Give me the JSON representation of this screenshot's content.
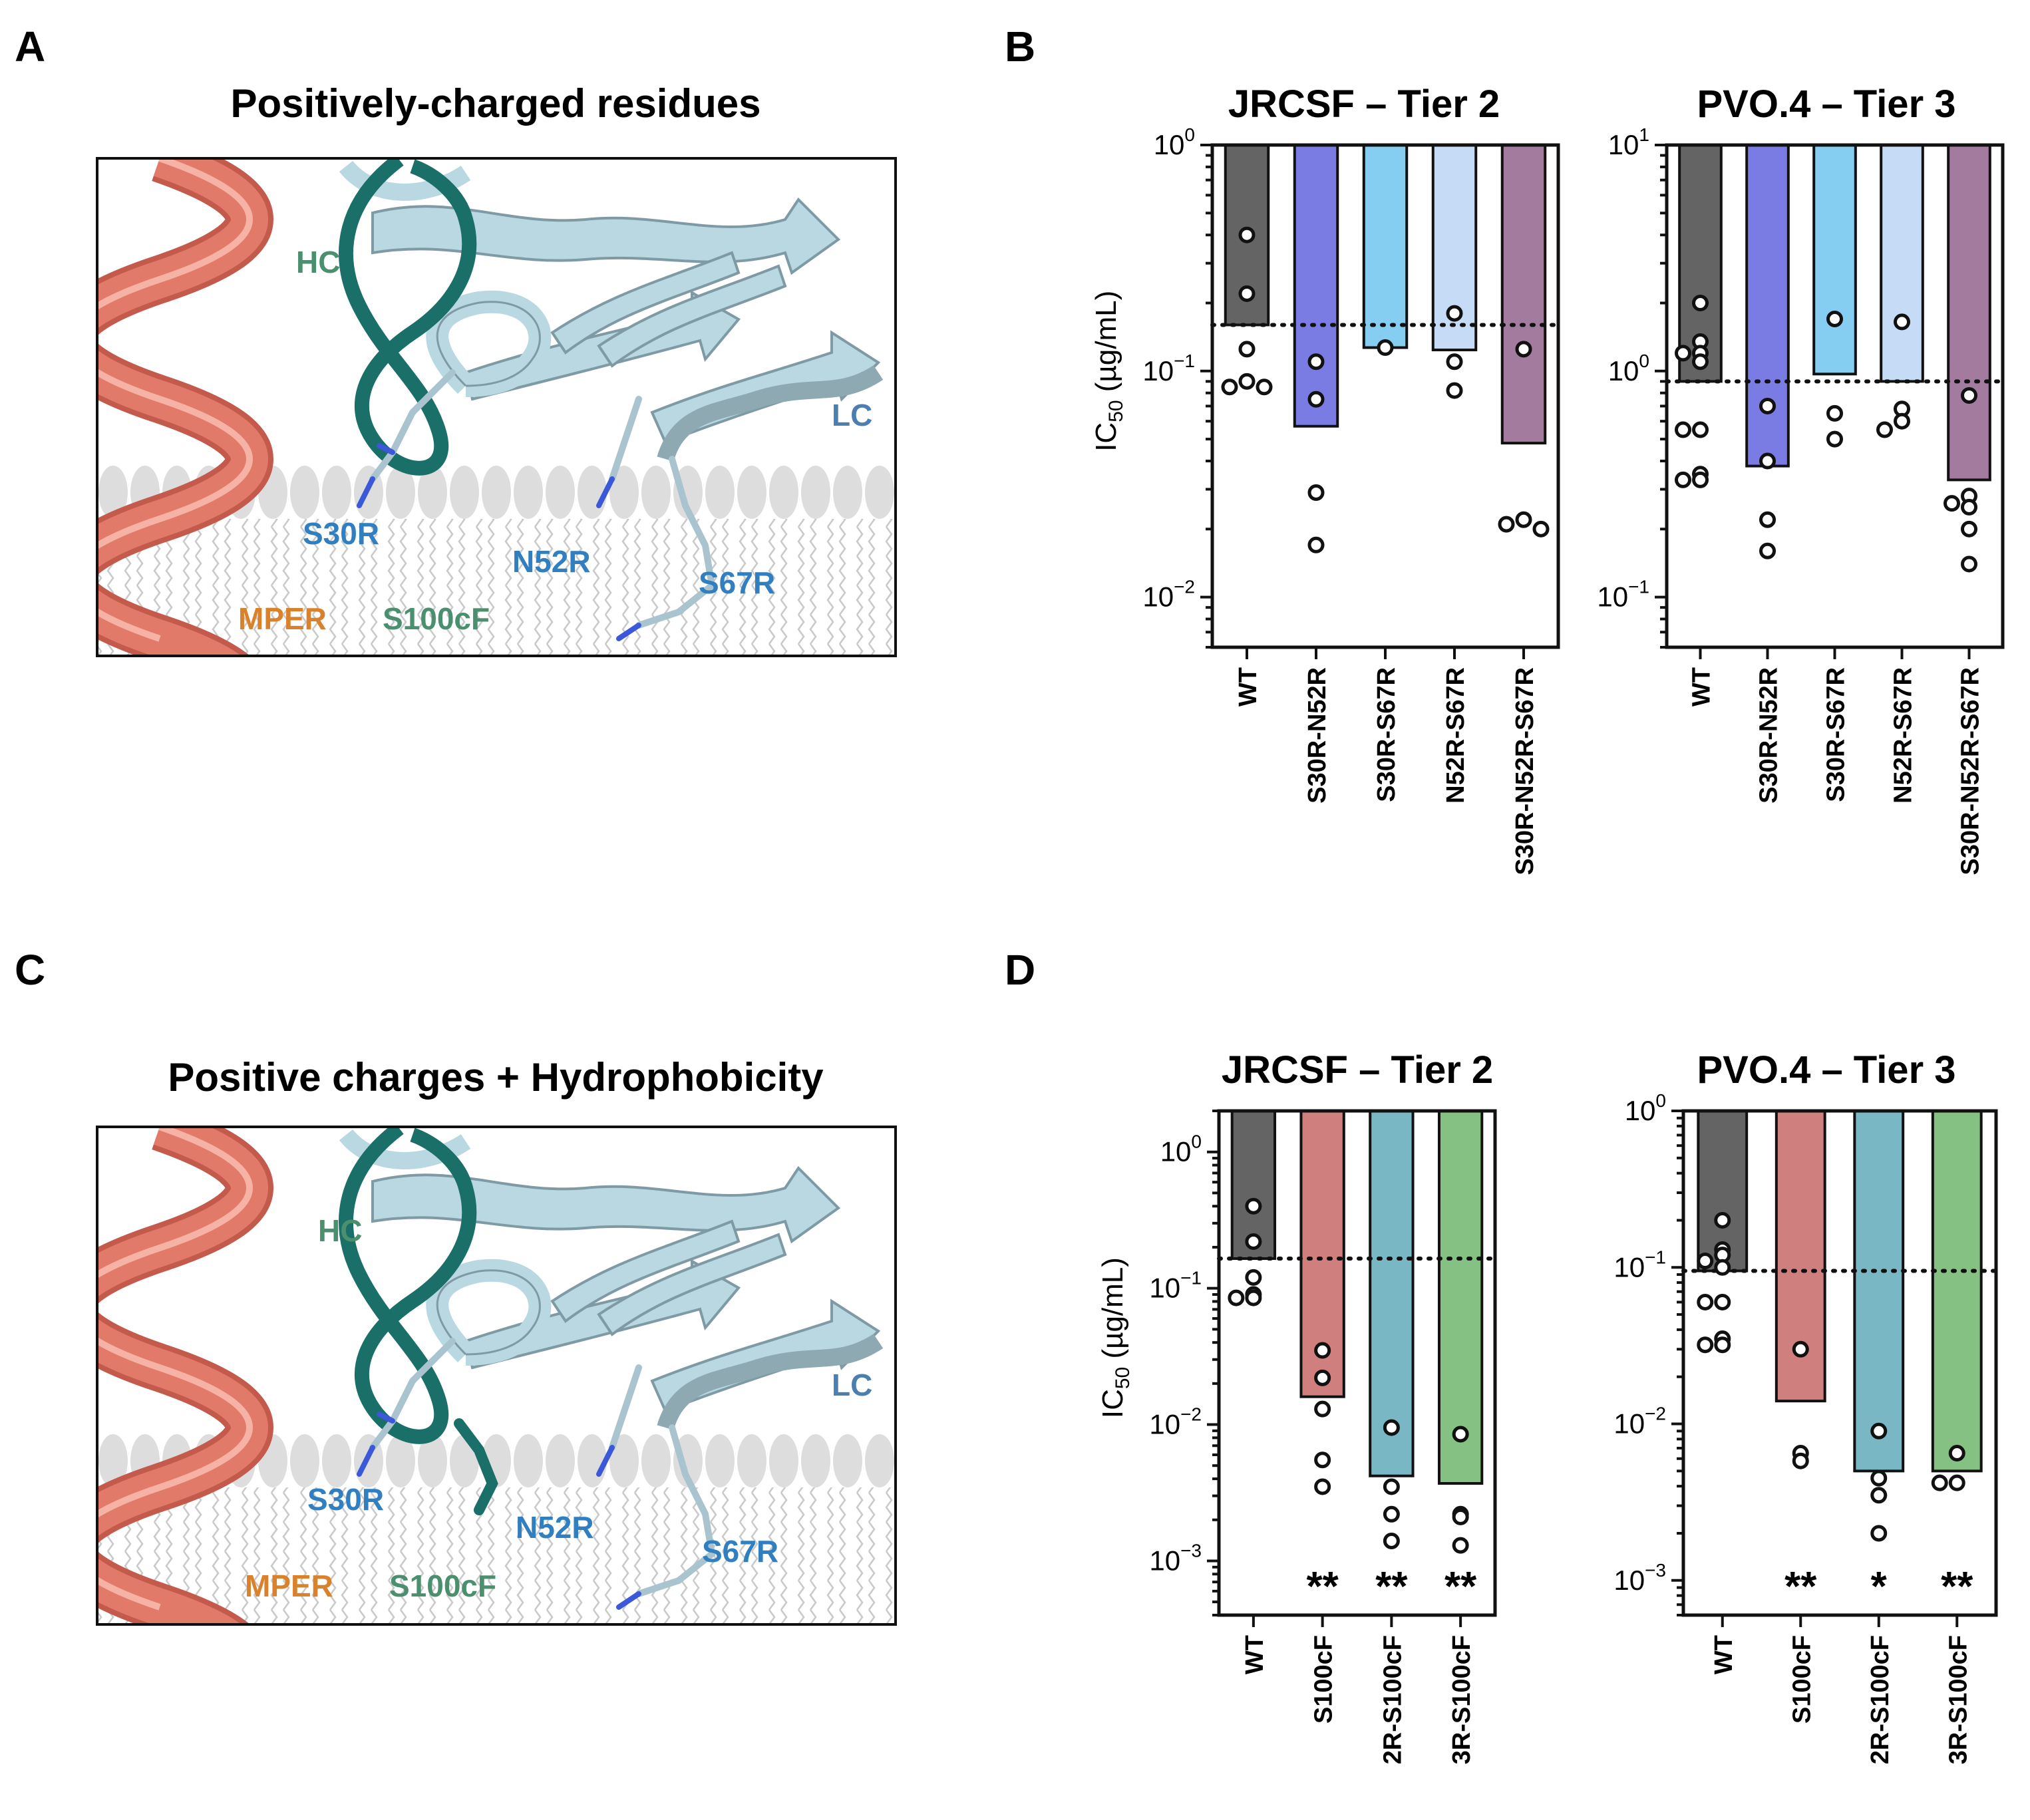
{
  "panels": {
    "A": {
      "letter": "A",
      "title": "Positively-charged residues",
      "labels": {
        "hc": "HC",
        "lc": "LC",
        "s30r": "S30R",
        "n52r": "N52R",
        "s67r": "S67R",
        "mper": "MPER",
        "s100cf": "S100cF"
      }
    },
    "C": {
      "letter": "C",
      "title": "Positive charges + Hydrophobicity",
      "labels": {
        "hc": "HC",
        "lc": "LC",
        "s30r": "S30R",
        "n52r": "N52R",
        "s67r": "S67R",
        "mper": "MPER",
        "s100cf": "S100cF"
      }
    },
    "B": {
      "letter": "B"
    },
    "D": {
      "letter": "D"
    }
  },
  "colors": {
    "helix": "#e27a6a",
    "hc": "#1a6f68",
    "lc": "#b9d8e2",
    "lc_dark": "#8fa9b3",
    "membrane_head": "#dddddd",
    "label_blue": "#2f7fc1",
    "label_green": "#4a8f6e",
    "label_orange": "#d9822b",
    "label_lc": "#4a7fb0"
  },
  "chart_data": [
    {
      "id": "B-left",
      "type": "bar",
      "title": "JRCSF – Tier 2",
      "ylabel": "IC50 (µg/mL)",
      "yscale": "log",
      "ylim": [
        0.006,
        1
      ],
      "yticks": [
        1,
        0.1,
        0.01
      ],
      "yticklabels": [
        {
          "base": "10",
          "exp": "0"
        },
        {
          "base": "10",
          "exp": "−1"
        },
        {
          "base": "10",
          "exp": "−2"
        }
      ],
      "reference_line": 0.16,
      "categories": [
        "WT",
        "S30R-N52R",
        "S30R-S67R",
        "N52R-S67R",
        "S30R-N52R-S67R"
      ],
      "colors": [
        "#646464",
        "#7b7be4",
        "#86cdf2",
        "#c6dcf6",
        "#a27b9f"
      ],
      "values": [
        0.16,
        0.057,
        0.127,
        0.124,
        0.048
      ],
      "points": [
        [
          0.4,
          0.22,
          0.125,
          0.09,
          0.085,
          0.085
        ],
        [
          0.11,
          0.075,
          0.029,
          0.017
        ],
        [
          0.127
        ],
        [
          0.18,
          0.11,
          0.082
        ],
        [
          0.125,
          0.022,
          0.021,
          0.02
        ]
      ],
      "significance": []
    },
    {
      "id": "B-right",
      "type": "bar",
      "title": "PVO.4 – Tier 3",
      "ylabel": "",
      "yscale": "log",
      "ylim": [
        0.06,
        10
      ],
      "yticks": [
        10,
        1,
        0.1
      ],
      "yticklabels": [
        {
          "base": "10",
          "exp": "1"
        },
        {
          "base": "10",
          "exp": "0"
        },
        {
          "base": "10",
          "exp": "−1"
        }
      ],
      "reference_line": 0.9,
      "categories": [
        "WT",
        "S30R-N52R",
        "S30R-S67R",
        "N52R-S67R",
        "S30R-N52R-S67R"
      ],
      "colors": [
        "#646464",
        "#7b7be4",
        "#86cdf2",
        "#c6dcf6",
        "#a27b9f"
      ],
      "values": [
        0.9,
        0.38,
        0.97,
        0.9,
        0.33
      ],
      "points": [
        [
          2.0,
          1.35,
          1.2,
          1.2,
          1.1,
          0.55,
          0.55,
          0.35,
          0.33,
          0.33
        ],
        [
          0.7,
          0.4,
          0.22,
          0.16
        ],
        [
          1.7,
          0.65,
          0.5
        ],
        [
          1.65,
          0.68,
          0.6,
          0.55
        ],
        [
          0.78,
          0.28,
          0.26,
          0.25,
          0.2,
          0.14
        ]
      ],
      "significance": []
    },
    {
      "id": "D-left",
      "type": "bar",
      "title": "JRCSF – Tier 2",
      "ylabel": "IC50 (µg/mL)",
      "yscale": "log",
      "ylim": [
        0.0004,
        2
      ],
      "yticks": [
        1,
        0.1,
        0.01,
        0.001
      ],
      "yticklabels": [
        {
          "base": "10",
          "exp": "0"
        },
        {
          "base": "10",
          "exp": "−1"
        },
        {
          "base": "10",
          "exp": "−2"
        },
        {
          "base": "10",
          "exp": "−3"
        }
      ],
      "reference_line": 0.165,
      "categories": [
        "WT",
        "S100cF",
        "2R-S100cF",
        "3R-S100cF"
      ],
      "colors": [
        "#646464",
        "#cf7f7d",
        "#7ab7c5",
        "#86c184"
      ],
      "values": [
        0.165,
        0.016,
        0.0042,
        0.0037
      ],
      "points": [
        [
          0.4,
          0.22,
          0.12,
          0.09,
          0.085,
          0.085
        ],
        [
          0.035,
          0.022,
          0.013,
          0.0055,
          0.0035
        ],
        [
          0.0095,
          0.0035,
          0.0022,
          0.0014
        ],
        [
          0.0085,
          0.0022,
          0.0021,
          0.0013
        ]
      ],
      "significance": [
        "",
        "**",
        "**",
        "**"
      ]
    },
    {
      "id": "D-right",
      "type": "bar",
      "title": "PVO.4 – Tier 3",
      "ylabel": "",
      "yscale": "log",
      "ylim": [
        0.0006,
        1
      ],
      "yticks": [
        1,
        0.1,
        0.01,
        0.001
      ],
      "yticklabels": [
        {
          "base": "10",
          "exp": "0"
        },
        {
          "base": "10",
          "exp": "−1"
        },
        {
          "base": "10",
          "exp": "−2"
        },
        {
          "base": "10",
          "exp": "−3"
        }
      ],
      "reference_line": 0.095,
      "categories": [
        "WT",
        "S100cF",
        "2R-S100cF",
        "3R-S100cF"
      ],
      "colors": [
        "#646464",
        "#cf7f7d",
        "#7ab7c5",
        "#86c184"
      ],
      "values": [
        0.095,
        0.014,
        0.005,
        0.005
      ],
      "points": [
        [
          0.2,
          0.13,
          0.12,
          0.11,
          0.1,
          0.06,
          0.06,
          0.035,
          0.032,
          0.032
        ],
        [
          0.03,
          0.0065,
          0.0058
        ],
        [
          0.009,
          0.0045,
          0.0035,
          0.002
        ],
        [
          0.0065,
          0.0042,
          0.0042
        ]
      ],
      "significance": [
        "",
        "**",
        "*",
        "**"
      ]
    }
  ]
}
